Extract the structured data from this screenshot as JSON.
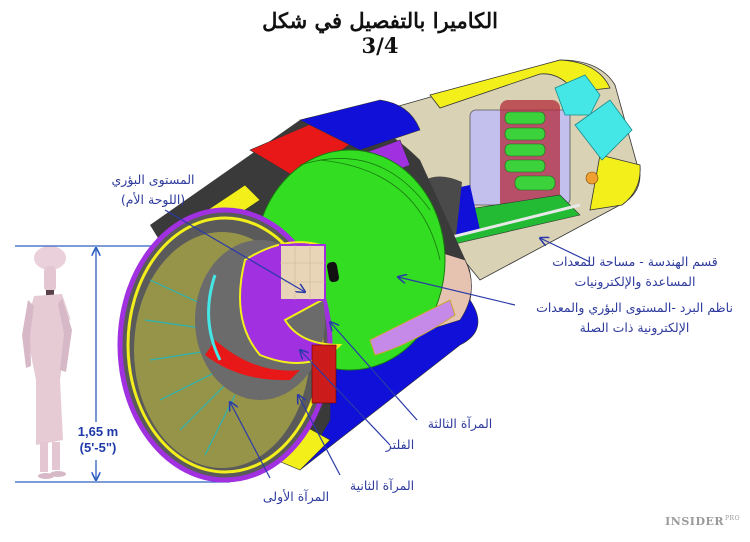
{
  "title": "الكاميرا بالتفصيل في شكل 3/4",
  "labels": {
    "focal_plane_line1": "المستوى البؤري",
    "focal_plane_line2": "(اللوحة الأم)",
    "utility_line1": "قسم الهندسة - مساحة للمعدات",
    "utility_line2": "المساعدة والإلكترونيات",
    "cryostat_line1": "ناظم البرد -المستوى البؤري والمعدات",
    "cryostat_line2": "الإلكترونية ذات الصلة",
    "third_mirror": "المرآة الثالثة",
    "filter": "الفلتر",
    "second_mirror": "المرآة الثانية",
    "first_mirror": "المرآة الأولى"
  },
  "human_scale": {
    "height_metric": "1,65 m",
    "height_imperial": "(5'-5\")"
  },
  "watermark": {
    "brand": "INSIDER",
    "suffix": "PRO"
  },
  "colors": {
    "label_text": "#2d3a9c",
    "arrow": "#2a3aa8",
    "dimension_line": "#2f5fc0",
    "body_green": "#33dd22",
    "body_blue": "#1010d8",
    "body_yellow": "#f2ef1a",
    "body_purple": "#a030e0",
    "body_red": "#e81818",
    "body_gray": "#555555",
    "figure_pink": "#e8ccd6"
  }
}
